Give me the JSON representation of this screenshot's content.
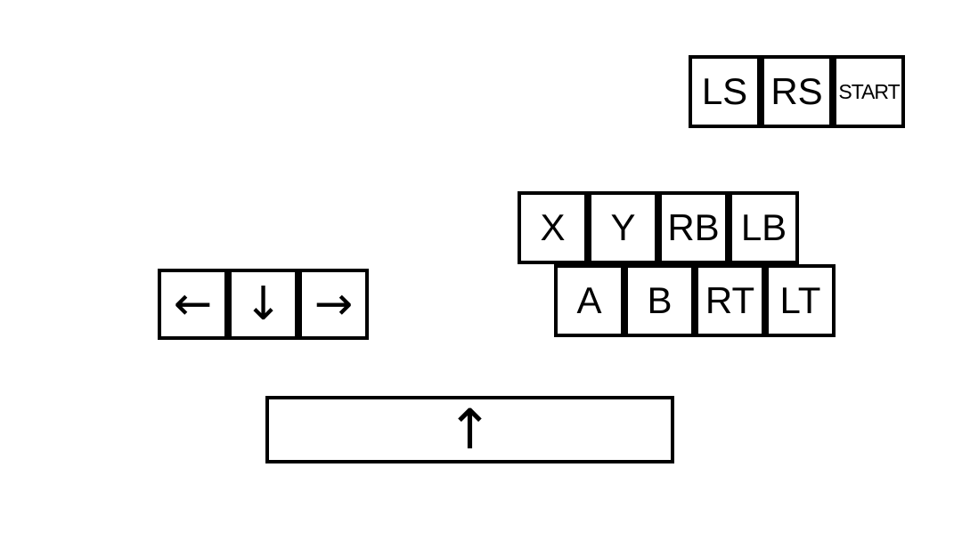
{
  "colors": {
    "background": "#ffffff",
    "key_border": "#000000",
    "key_fill": "#ffffff",
    "text": "#000000"
  },
  "overlay": {
    "system_cluster": {
      "keys": [
        {
          "label": "LS"
        },
        {
          "label": "RS"
        },
        {
          "label": "START"
        }
      ]
    },
    "face_top_row": {
      "keys": [
        {
          "label": "X"
        },
        {
          "label": "Y"
        },
        {
          "label": "RB"
        },
        {
          "label": "LB"
        }
      ]
    },
    "face_bottom_row": {
      "keys": [
        {
          "label": "A"
        },
        {
          "label": "B"
        },
        {
          "label": "RT"
        },
        {
          "label": "LT"
        }
      ]
    },
    "dpad_row": {
      "keys": [
        {
          "label": "←",
          "icon": "left-arrow"
        },
        {
          "label": "↓",
          "icon": "down-arrow"
        },
        {
          "label": "→",
          "icon": "right-arrow"
        }
      ]
    },
    "space_bar": {
      "label": "↑",
      "icon": "up-arrow"
    }
  }
}
